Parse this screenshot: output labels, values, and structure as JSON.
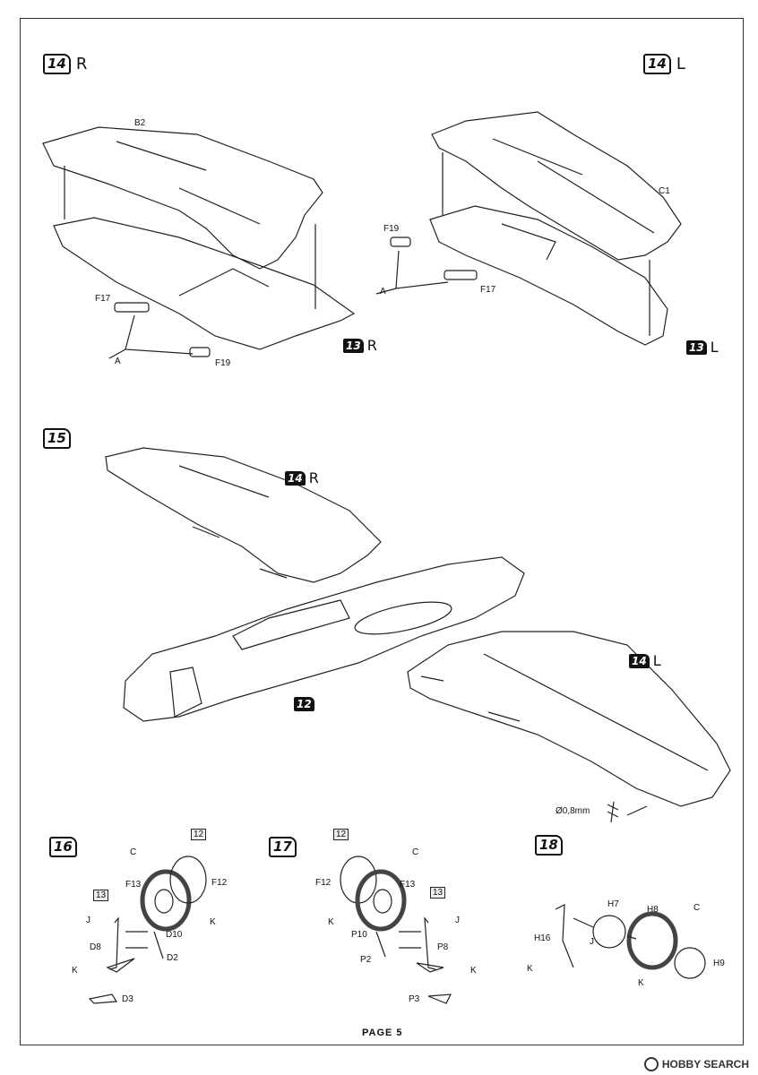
{
  "steps": {
    "s14r": {
      "num": "14",
      "side": "R"
    },
    "s14l": {
      "num": "14",
      "side": "L"
    },
    "s15": {
      "num": "15"
    },
    "s16": {
      "num": "16"
    },
    "s17": {
      "num": "17"
    },
    "s18": {
      "num": "18"
    }
  },
  "refs": {
    "r13r": {
      "num": "13",
      "side": "R"
    },
    "r13l": {
      "num": "13",
      "side": "L"
    },
    "r14r": {
      "num": "14",
      "side": "R"
    },
    "r14l": {
      "num": "14",
      "side": "L"
    },
    "r12": {
      "num": "12"
    }
  },
  "labels": {
    "b2": "B2",
    "c1": "C1",
    "f17r": "F17",
    "f19r": "F19",
    "ar": "A",
    "f19l": "F19",
    "f17l": "F17",
    "al": "A",
    "drill": "Ø0,8mm",
    "s16c": "C",
    "s16f13": "F13",
    "s16f12": "F12",
    "s16box12": "12",
    "s16box13": "13",
    "s16j": "J",
    "s16k1": "K",
    "s16d10": "D10",
    "s16d8": "D8",
    "s16d2": "D2",
    "s16k2": "K",
    "s16d3": "D3",
    "s17box12": "12",
    "s17c": "C",
    "s17f12": "F12",
    "s17f13": "F13",
    "s17box13": "13",
    "s17k1": "K",
    "s17j": "J",
    "s17p10": "P10",
    "s17p8": "P8",
    "s17p2": "P2",
    "s17k2": "K",
    "s17p3": "P3",
    "s18h7": "H7",
    "s18h8": "H8",
    "s18c": "C",
    "s18h16": "H16",
    "s18j": "J",
    "s18k1": "K",
    "s18k2": "K",
    "s18h9": "H9"
  },
  "footer": "PAGE 5",
  "watermark": "HOBBY SEARCH"
}
